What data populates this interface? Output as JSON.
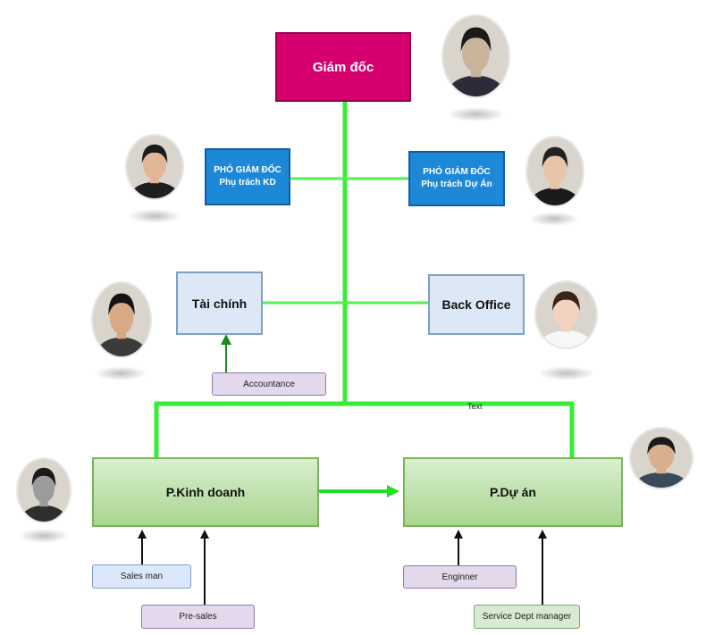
{
  "director": {
    "label": "Giám đốc"
  },
  "vice_kd": {
    "line1": "PHÓ GIÁM ĐỐC",
    "line2": "Phụ trách KD"
  },
  "vice_du_an": {
    "line1": "PHÓ GIÁM ĐỐC",
    "line2": "Phụ trách Dự Án"
  },
  "finance": {
    "label": "Tài chính"
  },
  "back_office": {
    "label": "Back Office"
  },
  "accountance": {
    "label": "Accountance"
  },
  "connector_text": "Text",
  "sales_dept": {
    "label": "P.Kinh doanh"
  },
  "project_dept": {
    "label": "P.Dự án"
  },
  "sales_man": {
    "label": "Sales man"
  },
  "pre_sales": {
    "label": "Pre-sales"
  },
  "engineer": {
    "label": "Enginner"
  },
  "service_manager": {
    "label": "Service Dept manager"
  },
  "colors": {
    "connector": "#33ee33",
    "director": "#d6006f",
    "vice": "#1e88d8",
    "dept_fill": "#dde8f6",
    "green_fill": "#a9d68f"
  },
  "avatars": [
    {
      "name": "director-avatar-icon",
      "tone": "#c8b49a",
      "hair": "#1b1b1b",
      "shirt": "#2b2b3a"
    },
    {
      "name": "vice-kd-avatar-icon",
      "tone": "#e2b596",
      "hair": "#1b1b1b",
      "shirt": "#1f1f1f"
    },
    {
      "name": "vice-du-an-avatar-icon",
      "tone": "#e8c4a8",
      "hair": "#222222",
      "shirt": "#1a1a1a"
    },
    {
      "name": "finance-avatar-icon",
      "tone": "#d9a885",
      "hair": "#141414",
      "shirt": "#3b3b3b"
    },
    {
      "name": "back-office-avatar-icon",
      "tone": "#f3d2c0",
      "hair": "#3a2418",
      "shirt": "#f7f7f7"
    },
    {
      "name": "sales-avatar-icon",
      "tone": "#9c9c9c",
      "hair": "#1a1a1a",
      "shirt": "#2e2e2e"
    },
    {
      "name": "project-avatar-icon",
      "tone": "#d8b08d",
      "hair": "#1a1a1a",
      "shirt": "#3a4a5a"
    }
  ]
}
